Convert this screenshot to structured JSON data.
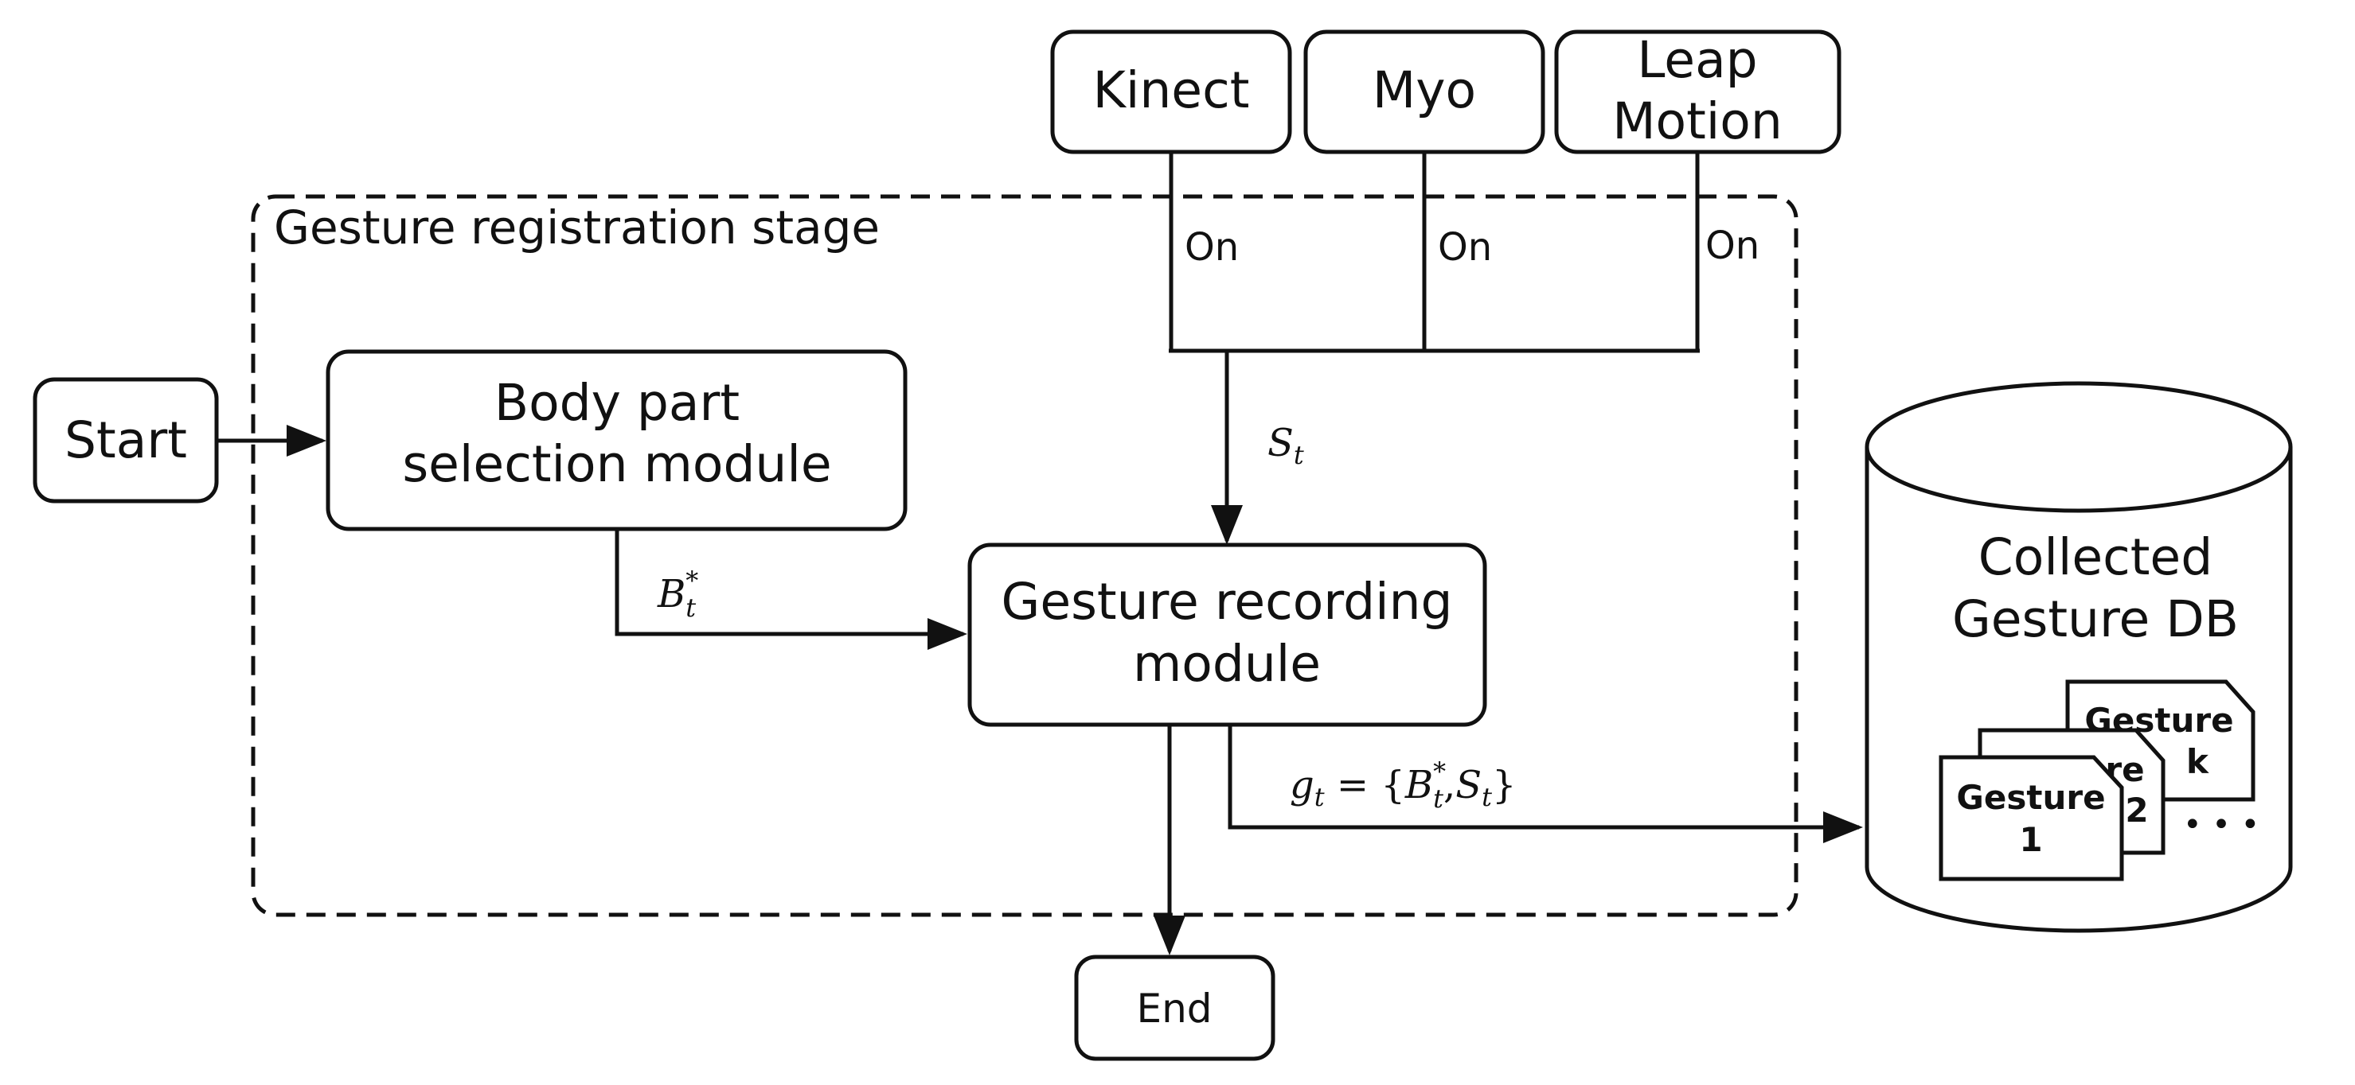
{
  "stage": {
    "label": "Gesture registration stage"
  },
  "nodes": {
    "start": "Start",
    "end": "End",
    "body_part": [
      "Body part",
      "selection module"
    ],
    "recording": [
      "Gesture recording",
      "module"
    ]
  },
  "sensors": [
    {
      "name": [
        "Kinect"
      ],
      "state": "On"
    },
    {
      "name": [
        "Myo"
      ],
      "state": "On"
    },
    {
      "name": [
        "Leap",
        "Motion"
      ],
      "state": "On"
    }
  ],
  "signals": {
    "sensor_stream": {
      "base": "S",
      "sub": "t"
    },
    "body_part": {
      "base": "B",
      "sub": "t",
      "sup": "*"
    },
    "gesture": {
      "lhs_base": "g",
      "lhs_sub": "t",
      "eq": " = {",
      "b_base": "B",
      "b_sup": "*",
      "b_sub": "t",
      "comma": ",",
      "s_base": "S",
      "s_sub": "t",
      "close": "}"
    }
  },
  "database": {
    "title": [
      "Collected",
      "Gesture DB"
    ],
    "cards": {
      "front": [
        "Gesture",
        "1"
      ],
      "middle": [
        "re",
        "2"
      ],
      "back": [
        "Gesture",
        "k"
      ]
    },
    "ellipsis": "• • •"
  }
}
